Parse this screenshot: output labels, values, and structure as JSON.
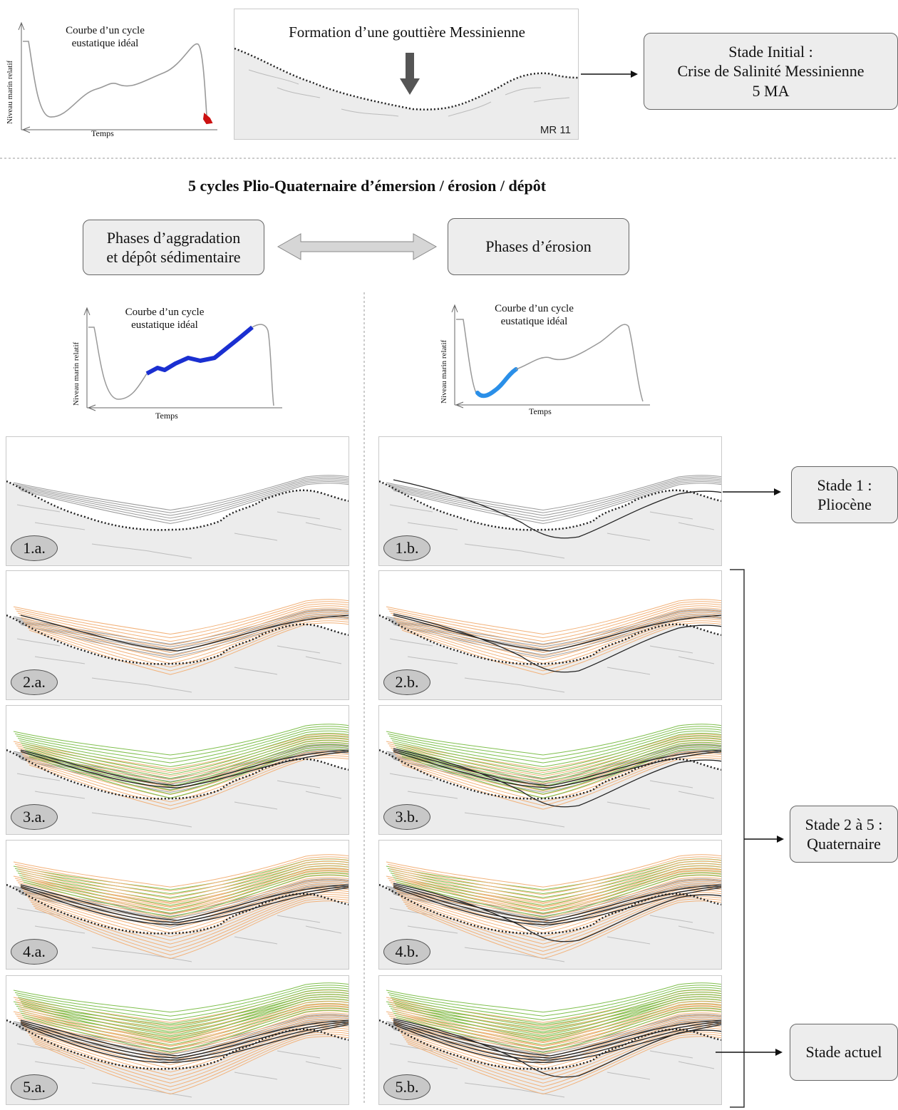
{
  "top": {
    "curve_title": "Courbe d’un cycle\neustatique idéal",
    "y_label": "Niveau marin relatif",
    "x_label": "Temps",
    "panel_title": "Formation d’une gouttière Messinienne",
    "panel_tag": "MR 11",
    "stage_box": "Stade Initial :\nCrise de Salinité Messinienne\n5 MA"
  },
  "section_title": "5 cycles Plio-Quaternaire d’émersion / érosion / dépôt",
  "phases": {
    "left": "Phases d’aggradation\net dépôt sédimentaire",
    "right": "Phases d’érosion"
  },
  "curves": {
    "left_title": "Courbe d’un cycle\neustatique idéal",
    "right_title": "Courbe d’un cycle\neustatique idéal",
    "y_label": "Niveau marin relatif",
    "x_label": "Temps"
  },
  "colors": {
    "aggradation_highlight": "#1a2fd1",
    "erosion_highlight": "#2a8fe8",
    "messinian_highlight": "#cc1111",
    "orange_layers": "#f2b27a",
    "green_layers": "#7fbf4d",
    "substrate": "#ececec"
  },
  "panels_left": [
    "1.a.",
    "2.a.",
    "3.a.",
    "4.a.",
    "5.a."
  ],
  "panels_right": [
    "1.b.",
    "2.b.",
    "3.b.",
    "4.b.",
    "5.b."
  ],
  "stages": {
    "stage1": "Stade 1 :\nPliocène",
    "stage25": "Stade 2 à 5 :\nQuaternaire",
    "stage_now": "Stade actuel"
  }
}
